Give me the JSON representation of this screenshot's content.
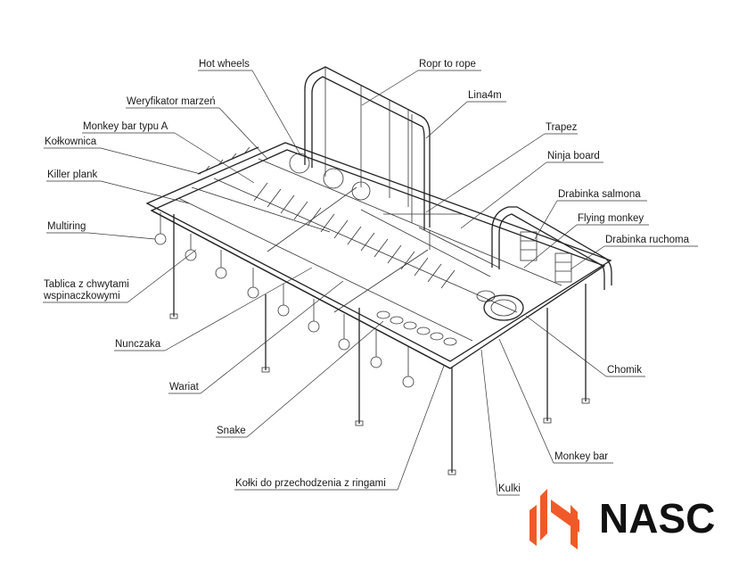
{
  "labels": {
    "hot_wheels": "Hot wheels",
    "ropr_to_rope": "Ropr to rope",
    "weryfikator_marzen": "Weryfikator marzeń",
    "lina4m": "Lina4m",
    "monkey_bar_typu_a": "Monkey bar typu A",
    "trapez": "Trapez",
    "kolkownica": "Kołkownica",
    "ninja_board": "Ninja board",
    "killer_plank": "Killer plank",
    "drabinka_salmona": "Drabinka salmona",
    "flying_monkey": "Flying monkey",
    "multiring": "Multiring",
    "drabinka_ruchoma": "Drabinka ruchoma",
    "tablica": "Tablica z chwytami",
    "wspinaczkowymi": "wspinaczkowymi",
    "nunczaka": "Nunczaka",
    "chomik": "Chomik",
    "wariat": "Wariat",
    "snake": "Snake",
    "monkey_bar": "Monkey bar",
    "kolki": "Kołki do przechodzenia z ringami",
    "kulki": "Kulki"
  },
  "logo": {
    "text": "NASC",
    "accent_color": "#f05a28",
    "text_color": "#111111"
  },
  "colors": {
    "line": "#222222",
    "background": "#ffffff"
  }
}
